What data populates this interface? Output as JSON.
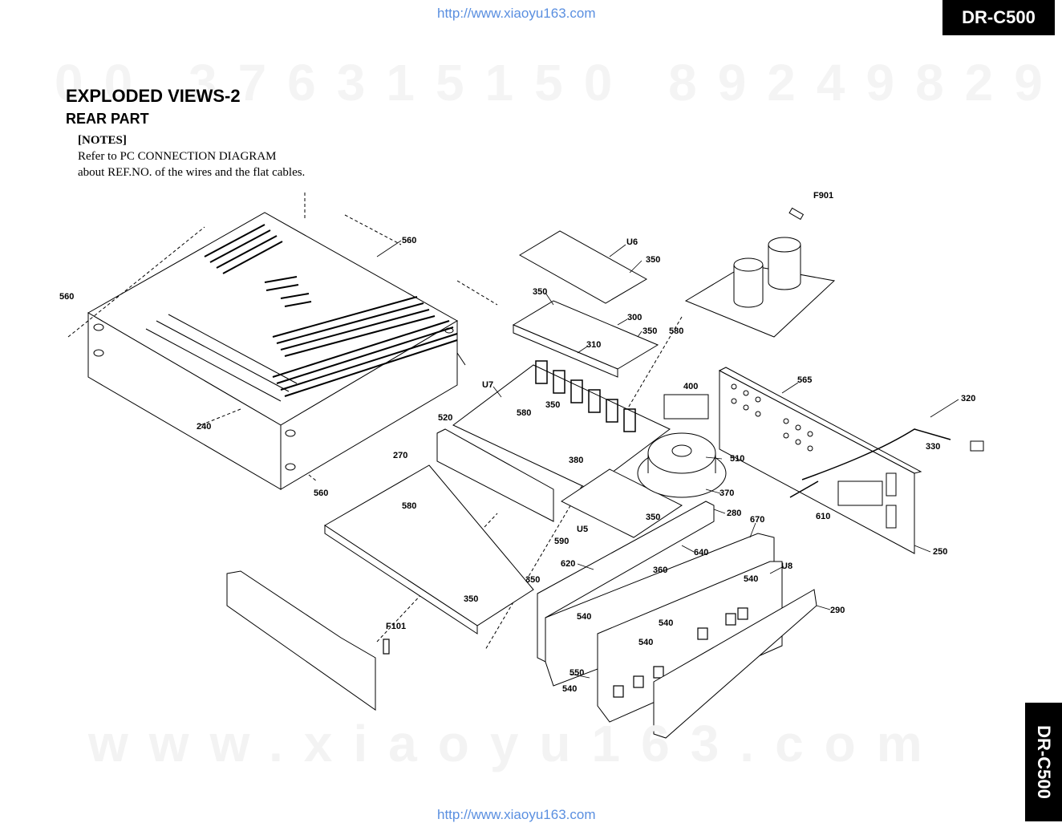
{
  "header": {
    "url_top": "http://www.xiaoyu163.com",
    "model": "DR-C500",
    "watermark_numbers": "00 376315150   892498299"
  },
  "title": "EXPLODED VIEWS-2",
  "subtitle": "REAR PART",
  "notes": {
    "heading": "[NOTES]",
    "line1": "Refer to PC CONNECTION DIAGRAM",
    "line2": "about REF.NO. of the wires and the flat cables."
  },
  "labels": [
    "F901",
    "560",
    "U6",
    "350",
    "560",
    "350",
    "300",
    "350",
    "580",
    "310",
    "565",
    "400",
    "320",
    "U7",
    "580",
    "350",
    "520",
    "330",
    "510",
    "270",
    "380",
    "240",
    "560",
    "370",
    "580",
    "350",
    "280",
    "670",
    "U5",
    "610",
    "250",
    "590",
    "640",
    "U8",
    "620",
    "360",
    "540",
    "350",
    "290",
    "350",
    "F101",
    "540",
    "540",
    "540",
    "550",
    "540"
  ],
  "footer": {
    "watermark_url": "www.xiaoyu163.com",
    "url_bottom": "http://www.xiaoyu163.com",
    "model_side": "DR-C500"
  },
  "colors": {
    "ink": "#000000",
    "link": "#5a8fe0",
    "watermark": "#f4f4f4"
  }
}
